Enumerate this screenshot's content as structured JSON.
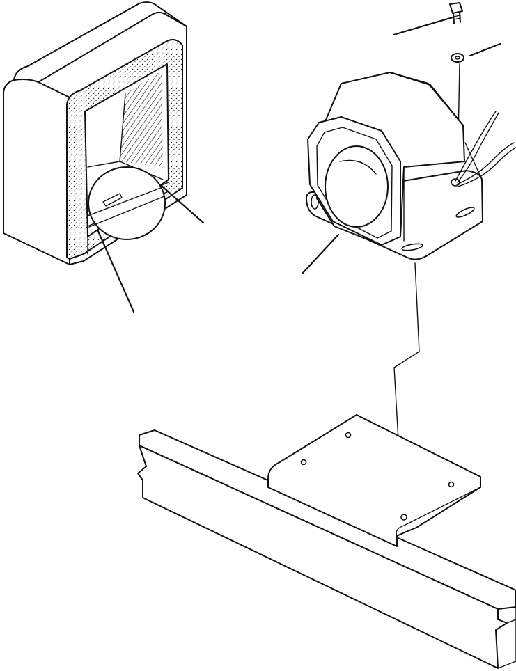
{
  "diagram": {
    "description_visible_text": "",
    "parts": [
      {
        "key": "reflector_housing",
        "icon": "reflector-housing-icon"
      },
      {
        "key": "lens",
        "icon": "round-lens-icon"
      },
      {
        "key": "backup_alarm",
        "icon": "backup-alarm-icon"
      },
      {
        "key": "bolt",
        "icon": "bolt-icon"
      },
      {
        "key": "washer",
        "icon": "washer-icon"
      },
      {
        "key": "wire_leads",
        "icon": "wire-leads-icon"
      },
      {
        "key": "mounting_plate",
        "icon": "mounting-plate-icon"
      },
      {
        "key": "frame_rail",
        "icon": "frame-rail-icon"
      }
    ],
    "callouts": [
      {
        "target": "bolt"
      },
      {
        "target": "washer"
      },
      {
        "target": "backup_alarm"
      },
      {
        "target": "lens"
      },
      {
        "target": "reflector_housing"
      }
    ],
    "line_color": "#111111",
    "background": "#ffffff"
  }
}
